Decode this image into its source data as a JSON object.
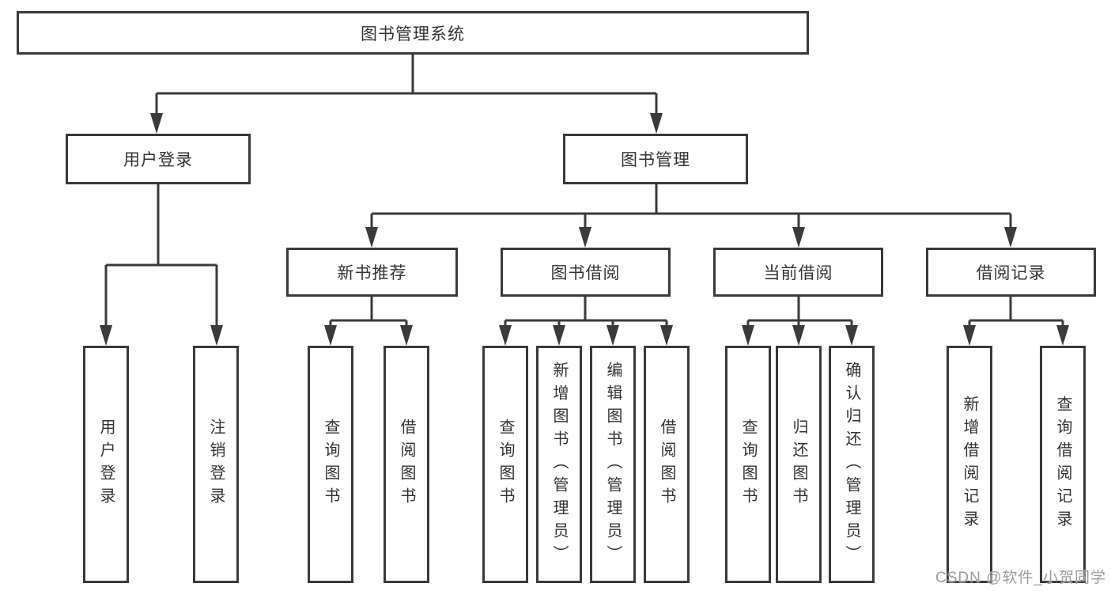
{
  "tree": {
    "label": "图书管理系统",
    "children": [
      {
        "label": "用户登录",
        "children": [
          {
            "label": "用户登录"
          },
          {
            "label": "注销登录"
          }
        ]
      },
      {
        "label": "图书管理",
        "children": [
          {
            "label": "新书推荐",
            "children": [
              {
                "label": "查询图书"
              },
              {
                "label": "借阅图书"
              }
            ]
          },
          {
            "label": "图书借阅",
            "children": [
              {
                "label": "查询图书"
              },
              {
                "label": "新增图书（管理员）"
              },
              {
                "label": "编辑图书（管理员）"
              },
              {
                "label": "借阅图书"
              }
            ]
          },
          {
            "label": "当前借阅",
            "children": [
              {
                "label": "查询图书"
              },
              {
                "label": "归还图书"
              },
              {
                "label": "确认归还（管理员）"
              }
            ]
          },
          {
            "label": "借阅记录",
            "children": [
              {
                "label": "新增借阅记录"
              },
              {
                "label": "查询借阅记录"
              }
            ]
          }
        ]
      }
    ]
  },
  "watermark": {
    "text": "CSDN @软件_小贺同学"
  },
  "colors": {
    "line": "#3a3a3a",
    "border": "#3a3a3a",
    "text": "#333333",
    "box_background": "#ffffff",
    "watermark": "#9c9c9c"
  }
}
